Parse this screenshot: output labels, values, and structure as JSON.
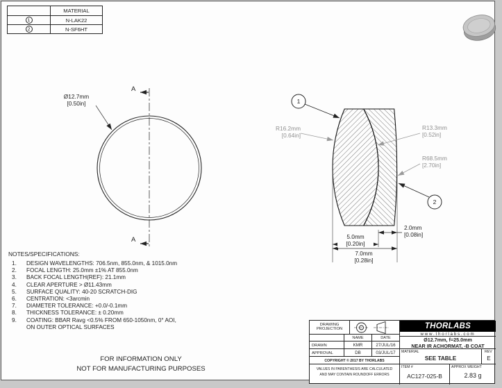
{
  "material_table": {
    "header": "MATERIAL",
    "rows": [
      {
        "num": "1",
        "material": "N-LAK22"
      },
      {
        "num": "2",
        "material": "N-SF6HT"
      }
    ]
  },
  "front_view": {
    "diameter": "Ø12.7mm",
    "diameter_in": "[0.50in]",
    "section_label_top": "A",
    "section_label_bottom": "A"
  },
  "section_view": {
    "balloon_1": "1",
    "balloon_2": "2",
    "radius_left": "R16.2mm",
    "radius_left_in": "[0.64in]",
    "radius_mid": "R13.3mm",
    "radius_mid_in": "[0.52in]",
    "radius_right": "R68.5mm",
    "radius_right_in": "[2.70in]",
    "thickness_1": "5.0mm",
    "thickness_1_in": "[0.20in]",
    "thickness_2": "2.0mm",
    "thickness_2_in": "[0.08in]",
    "thickness_total": "7.0mm",
    "thickness_total_in": "[0.28in]"
  },
  "notes": {
    "title": "NOTES/SPECIFICATIONS:",
    "items": [
      "DESIGN WAVELENGTHS: 706.5nm, 855.0nm, & 1015.0nm",
      "FOCAL LENGTH: 25.0mm ±1% AT 855.0nm",
      "BACK FOCAL LENGTH(REF): 21.1mm",
      "CLEAR APERTURE > Ø11.43mm",
      "SURFACE QUALITY: 40-20 SCRATCH-DIG",
      "CENTRATION: <3arcmin",
      "DIAMETER TOLERANCE: +0.0/-0.1mm",
      "THICKNESS TOLERANCE: ± 0.20mm",
      "COATING: BBAR Ravg <0.5% FROM 650-1050nm, 0° AOI, ON OUTER OPTICAL SURFACES"
    ]
  },
  "watermark": {
    "line1": "FOR INFORMATION ONLY",
    "line2": "NOT FOR MANUFACTURING PURPOSES"
  },
  "title_block": {
    "drawing_projection": "DRAWING PROJECTION",
    "logo": "THORLABS",
    "website": "www.thorlabs.com",
    "name_header": "NAME",
    "date_header": "DATE",
    "drawn_label": "DRAWN",
    "drawn_name": "KMR",
    "drawn_date": "27/JUL/16",
    "approval_label": "APPROVAL",
    "approval_name": "DB",
    "approval_date": "03/JUL/17",
    "copyright": "COPYRIGHT © 2017 BY THORLABS",
    "title_line1": "Ø12.7mm, f=25.0mm",
    "title_line2": "NEAR IR ACHORMAT, -B COAT",
    "material_label": "MATERIAL",
    "material_value": "SEE TABLE",
    "rev_label": "REV",
    "rev_value": "E",
    "item_label": "ITEM #",
    "item_value": "AC127-025-B",
    "weight_label": "APPROX WEIGHT",
    "weight_value": "2.83 g",
    "disclaimer": "VALUES IN PARENTHESIS ARE CALCULATED AND MAY CONTAIN ROUNDOFF ERRORS"
  }
}
